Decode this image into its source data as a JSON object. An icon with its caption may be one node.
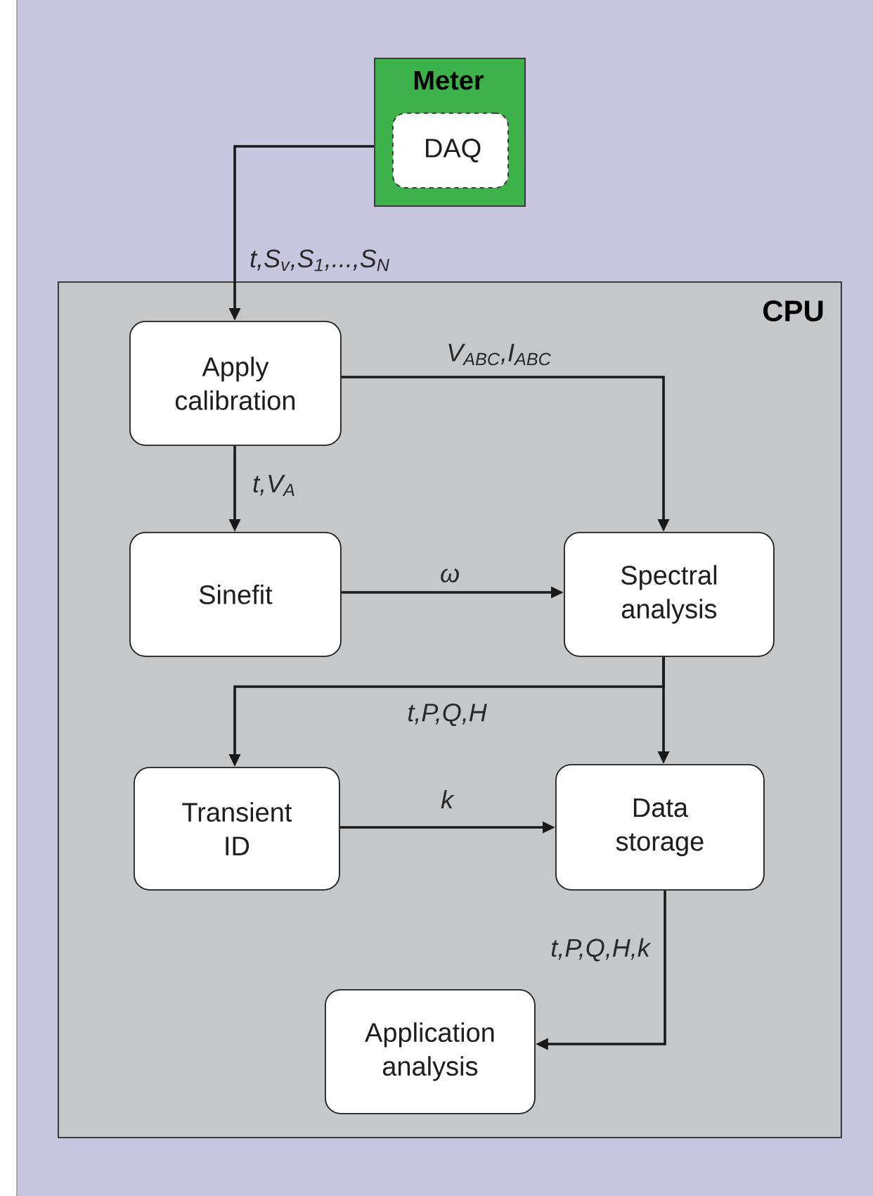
{
  "diagram": {
    "nodes": [
      {
        "text": [
          "Meter"
        ]
      },
      {
        "text": [
          "DAQ"
        ],
        "in": 0
      },
      {
        "text": [
          "CPU"
        ]
      },
      {
        "text": [
          "Apply calibration"
        ],
        "in": 2
      },
      {
        "text": [
          "Sinefit"
        ],
        "in": 2
      },
      {
        "text": [
          "Spectral analysis"
        ],
        "in": 2
      },
      {
        "text": [
          "Transient ID"
        ],
        "in": 2
      },
      {
        "text": [
          "Data storage"
        ],
        "in": 2
      },
      {
        "text": [
          "Application analysis"
        ],
        "in": 2
      }
    ],
    "edges": [
      {
        "from": 0,
        "to": 3,
        "arrow": "to",
        "label": "t,S$_{v}$,S$_{1}$,...,S$_{N}$"
      },
      {
        "from": 3,
        "to": 5,
        "arrow": "to",
        "label": "V$_{ABC}$,I$_{ABC}$"
      },
      {
        "from": 3,
        "to": 4,
        "arrow": "to",
        "label": "t,V$_{A}$"
      },
      {
        "from": 4,
        "to": 5,
        "arrow": "to",
        "label": "ω"
      },
      {
        "from": 5,
        "to": 6,
        "arrow": "to",
        "label": "t,P,Q,H"
      },
      {
        "from": 5,
        "to": 7,
        "arrow": "to"
      },
      {
        "from": 6,
        "to": 7,
        "arrow": "to",
        "label": "k"
      },
      {
        "from": 7,
        "to": 8,
        "arrow": "to",
        "label": "t,P,Q,H,k"
      }
    ]
  }
}
